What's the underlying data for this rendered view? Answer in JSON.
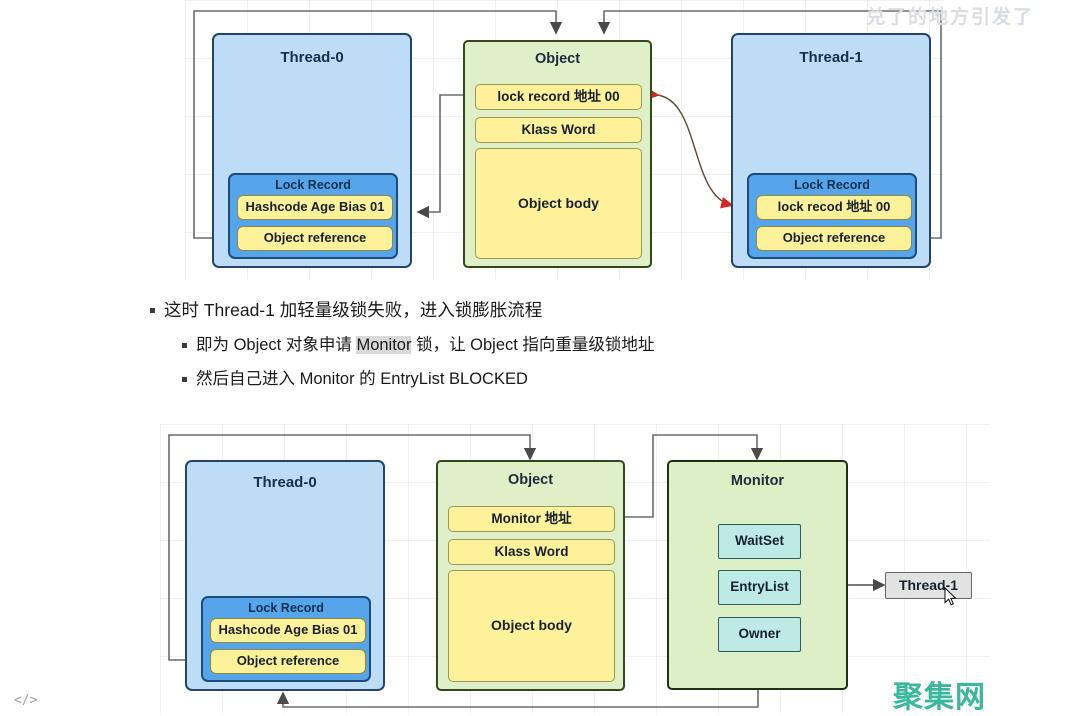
{
  "page": {
    "watermark_top_right": "兑了的地方引发了",
    "watermark_bottom_right": "聚集网",
    "code_icon": "</>"
  },
  "diagram_top": {
    "thread0": {
      "title": "Thread-0",
      "lock_record_title": "Lock Record",
      "fields": [
        "Hashcode Age Bias 01",
        "Object reference"
      ]
    },
    "object": {
      "title": "Object",
      "fields": [
        "lock record 地址 00",
        "Klass Word",
        "Object body"
      ]
    },
    "thread1": {
      "title": "Thread-1",
      "lock_record_title": "Lock Record",
      "fields": [
        "lock recod 地址 00",
        "Object reference"
      ]
    }
  },
  "prose": {
    "line1": "这时 Thread-1 加轻量级锁失败，进入锁膨胀流程",
    "line2_a": "即为 Object 对象申请 ",
    "line2_hl": "Monitor",
    "line2_b": " 锁，让 Object 指向重量级锁地址",
    "line3": "然后自己进入 Monitor 的 EntryList BLOCKED"
  },
  "diagram_bottom": {
    "thread0": {
      "title": "Thread-0",
      "lock_record_title": "Lock Record",
      "fields": [
        "Hashcode Age Bias 01",
        "Object reference"
      ]
    },
    "object": {
      "title": "Object",
      "fields": [
        "Monitor 地址",
        "Klass Word",
        "Object body"
      ]
    },
    "monitor": {
      "title": "Monitor",
      "fields": [
        "WaitSet",
        "EntryList",
        "Owner"
      ]
    },
    "blocked_thread": {
      "label": "Thread-1"
    }
  },
  "colors": {
    "thread_fill": "#bddcf5",
    "thread_border": "#23456b",
    "object_fill": "#dff0c8",
    "object_border": "#31491c",
    "lock_record_fill": "#56a5ea",
    "yellow_fill": "#fdf29a",
    "cyan_fill": "#bdeae5",
    "arrow_red": "#d7261e",
    "line_grey": "#6b6b6b",
    "brand_green": "#3bb79b"
  }
}
